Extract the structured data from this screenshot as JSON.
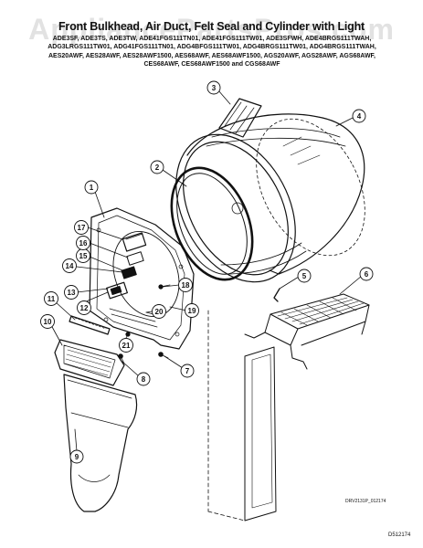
{
  "header": {
    "title": "Front Bulkhead, Air Duct, Felt Seal and Cylinder with Light",
    "models": [
      "ADE3SF, ADE3TS, ADE3TW, ADE41FGS111TN01, ADE41FGS111TW01, ADE3SFWH, ADE4BRGS111TWAH,",
      "ADG3LRGS111TW01, ADG41FGS111TN01, ADG4BFGS111TW01, ADG4BRGS111TW01, ADG4BRGS111TWAH,",
      "AES20AWF, AES28AWF, AES28AWF1500, AES68AWF, AES68AWF1500, AGS20AWF, AGS28AWF, AGS68AWF,",
      "CES68AWF, CES68AWF1500 and CGS68AWF"
    ],
    "watermark": "AppliancePartsPros.com"
  },
  "callouts": [
    "1",
    "2",
    "3",
    "4",
    "5",
    "6",
    "7",
    "8",
    "9",
    "10",
    "11",
    "12",
    "13",
    "14",
    "15",
    "16",
    "17",
    "18",
    "19",
    "20",
    "21"
  ],
  "references": {
    "drawing_code": "DRV2131P_012174",
    "sheet_code": "D512174"
  }
}
